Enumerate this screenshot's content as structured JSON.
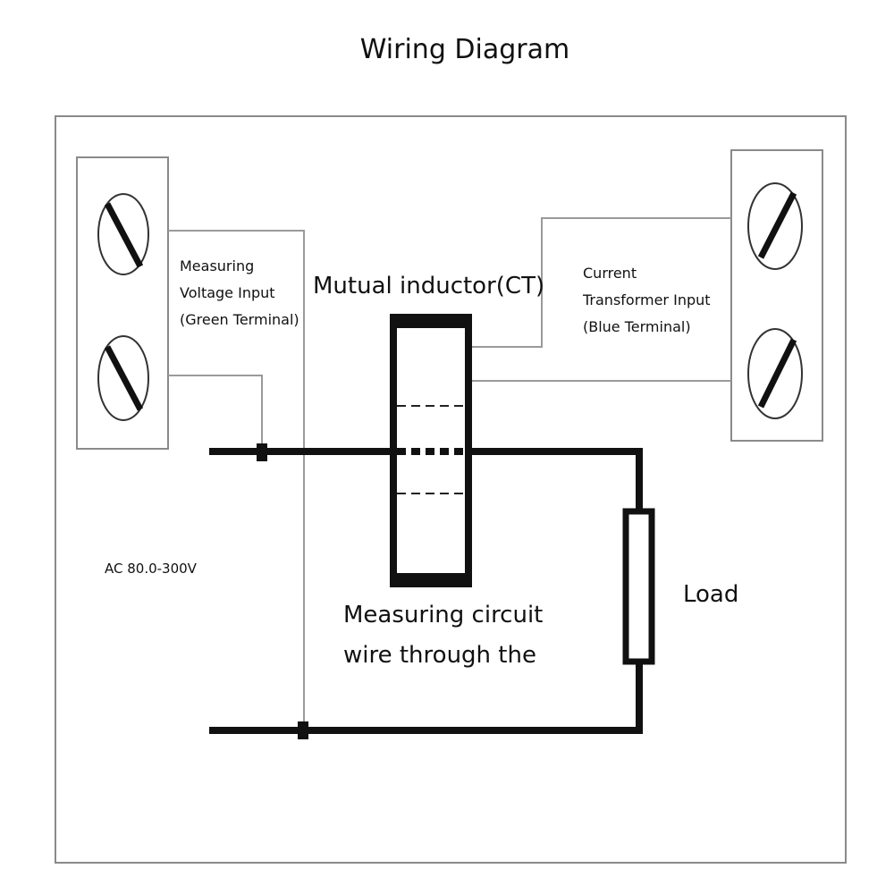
{
  "title": "Wiring Diagram",
  "voltage_label": [
    "Measuring",
    "Voltage Input",
    "(Green Terminal)"
  ],
  "current_label": [
    "Current",
    "Transformer Input",
    "(Blue Terminal)"
  ],
  "ct_label": "Mutual inductor(CT)",
  "measuring_label": [
    "Measuring circuit",
    "wire through the"
  ],
  "ac_label": "AC 80.0-300V",
  "load_label": "Load",
  "colors": {
    "line": "#111111",
    "thin_line": "#9a9a9a",
    "border": "#8a8a8a"
  },
  "icons": [
    "screw-terminal-icon",
    "current-transformer-icon",
    "load-resistor-icon"
  ]
}
